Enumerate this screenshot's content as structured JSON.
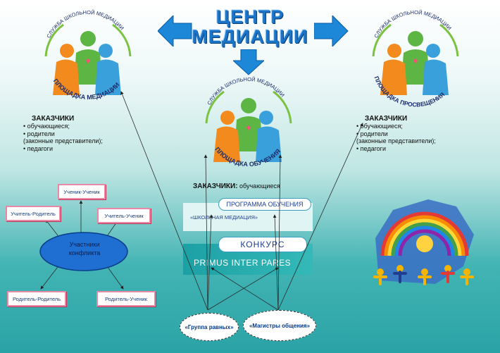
{
  "title": {
    "line1": "ЦЕНТР",
    "line2": "МЕДИАЦИИ"
  },
  "logos": {
    "left": {
      "top_text": "СЛУЖБА ШКОЛЬНОЙ МЕДИАЦИИ",
      "bottom_text": "ПЛОЩАДКА МЕДИАЦИИ"
    },
    "center": {
      "top_text": "СЛУЖБА ШКОЛЬНОЙ МЕДИАЦИИ",
      "bottom_text": "ПЛОЩАДКА ОБУЧЕНИЯ"
    },
    "right": {
      "top_text": "СЛУЖБА ШКОЛЬНОЙ МЕДИАЦИИ",
      "bottom_text": "ПЛОЩАДКА ПРОСВЕЩЕНИЯ"
    }
  },
  "customers_left": {
    "title": "ЗАКАЗЧИКИ",
    "items": [
      "обучающиеся;",
      "родители",
      "(законные представители);",
      "педагоги"
    ]
  },
  "customers_right": {
    "title": "ЗАКАЗЧИКИ",
    "items": [
      "обучающиеся;",
      "родители",
      "(законные представители);",
      "педагоги"
    ]
  },
  "customers_center": {
    "title": "ЗАКАЗЧИКИ:",
    "text": " обучающиеся"
  },
  "program": {
    "label": "ПРОГРАММА ОБУЧЕНИЯ",
    "name": "«ШКОЛЬНАЯ МЕДИАЦИЯ»"
  },
  "contest": {
    "label": "КОНКУРС",
    "name": "PRIMUS INTER PARES"
  },
  "conflict": {
    "center": "Участники конфликта",
    "parties": [
      "Ученик-Ученик",
      "Учитель-Родитель",
      "Учитель-Ученик",
      "Родитель-Родитель",
      "Родитель-Ученик"
    ]
  },
  "groups": [
    "«Группа равных»",
    "«Магистры общения»"
  ],
  "colors": {
    "title": "#1c74c6",
    "arrow": "#1e88d8",
    "ellipse": "#1e6fd1",
    "box_border": "#e88aa6",
    "teal": "#2aa3a6"
  },
  "icons": [
    "arrow-left-icon",
    "arrow-right-icon",
    "arrow-down-icon",
    "family-logo-icon",
    "rainbow-sun-icon"
  ]
}
